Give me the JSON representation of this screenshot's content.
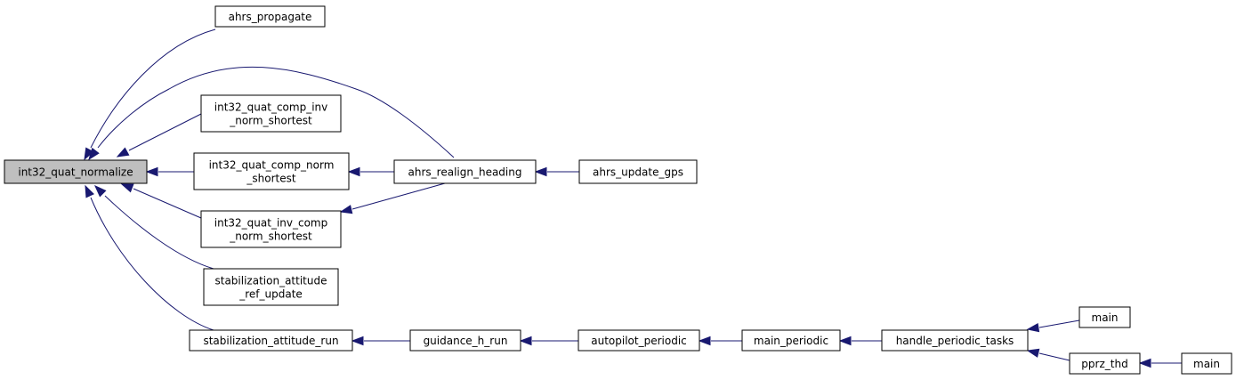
{
  "nodes": {
    "n0": {
      "lines": [
        "int32_quat_normalize"
      ],
      "highlight": true
    },
    "n1": {
      "lines": [
        "ahrs_propagate"
      ]
    },
    "n2": {
      "lines": [
        "int32_quat_comp_inv",
        "_norm_shortest"
      ]
    },
    "n3": {
      "lines": [
        "int32_quat_comp_norm",
        "_shortest"
      ]
    },
    "n4": {
      "lines": [
        "int32_quat_inv_comp",
        "_norm_shortest"
      ]
    },
    "n5": {
      "lines": [
        "stabilization_attitude",
        "_ref_update"
      ]
    },
    "n6": {
      "lines": [
        "stabilization_attitude_run"
      ]
    },
    "n7": {
      "lines": [
        "ahrs_realign_heading"
      ]
    },
    "n8": {
      "lines": [
        "ahrs_update_gps"
      ]
    },
    "n9": {
      "lines": [
        "guidance_h_run"
      ]
    },
    "n10": {
      "lines": [
        "autopilot_periodic"
      ]
    },
    "n11": {
      "lines": [
        "main_periodic"
      ]
    },
    "n12": {
      "lines": [
        "handle_periodic_tasks"
      ]
    },
    "n13": {
      "lines": [
        "main"
      ]
    },
    "n14": {
      "lines": [
        "pprz_thd"
      ]
    },
    "n15": {
      "lines": [
        "main"
      ]
    }
  },
  "edges": [
    {
      "from": "n1",
      "to": "n0"
    },
    {
      "from": "n7",
      "to": "n0"
    },
    {
      "from": "n2",
      "to": "n0"
    },
    {
      "from": "n3",
      "to": "n0"
    },
    {
      "from": "n4",
      "to": "n0"
    },
    {
      "from": "n5",
      "to": "n0"
    },
    {
      "from": "n6",
      "to": "n0"
    },
    {
      "from": "n7",
      "to": "n3"
    },
    {
      "from": "n7",
      "to": "n4"
    },
    {
      "from": "n8",
      "to": "n7"
    },
    {
      "from": "n9",
      "to": "n6"
    },
    {
      "from": "n10",
      "to": "n9"
    },
    {
      "from": "n11",
      "to": "n10"
    },
    {
      "from": "n12",
      "to": "n11"
    },
    {
      "from": "n13",
      "to": "n12"
    },
    {
      "from": "n14",
      "to": "n12"
    },
    {
      "from": "n15",
      "to": "n14"
    }
  ],
  "colors": {
    "edge": "#191970",
    "node_fill": "#ffffff",
    "node_highlight_fill": "#bfbfbf",
    "node_border": "#000000"
  }
}
